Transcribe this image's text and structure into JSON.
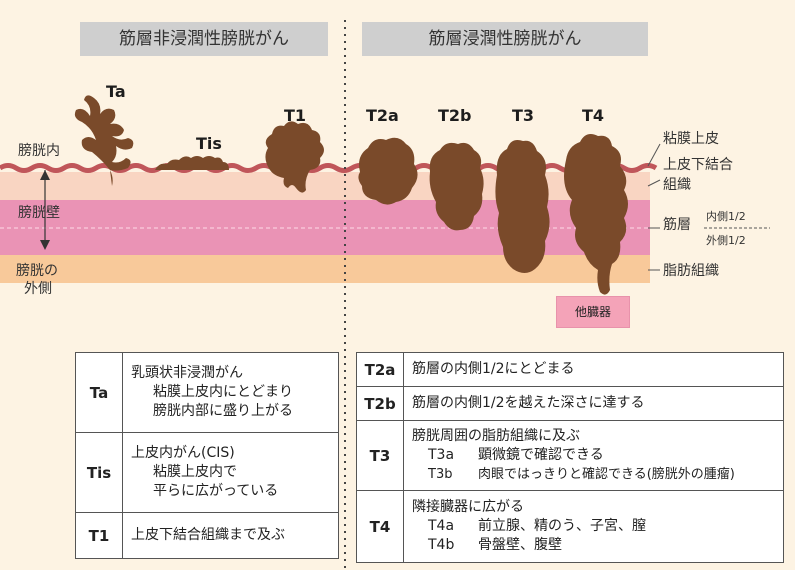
{
  "headers": {
    "left": "筋層非浸潤性膀胱がん",
    "right": "筋層浸潤性膀胱がん"
  },
  "stage_labels": [
    "Ta",
    "Tis",
    "T1",
    "T2a",
    "T2b",
    "T3",
    "T4"
  ],
  "left_labels": {
    "inside": "膀胱内",
    "wall": "膀胱壁",
    "outside_line1": "膀胱の",
    "outside_line2": "外側"
  },
  "right_labels": {
    "mucosa": "粘膜上皮",
    "subepithelial_line1": "上皮下結合",
    "subepithelial_line2": "組織",
    "muscle": "筋層",
    "inner_half": "内側1/2",
    "outer_half": "外側1/2",
    "fat": "脂肪組織"
  },
  "organ_box": "他臓器",
  "colors": {
    "background": "#fdf3e3",
    "tumor": "#7a4a2a",
    "epithelium": "#c0565a",
    "subepithelial": "#f9d5c2",
    "muscle": "#ea93b5",
    "fat": "#f8c99a",
    "header": "#cfcfcf"
  },
  "table_left": [
    {
      "code": "Ta",
      "lines": [
        "乳頭状非浸潤がん",
        "粘膜上皮内にとどまり",
        "膀胱内部に盛り上がる"
      ]
    },
    {
      "code": "Tis",
      "lines": [
        "上皮内がん(CIS)",
        "粘膜上皮内で",
        "平らに広がっている"
      ]
    },
    {
      "code": "T1",
      "lines": [
        "上皮下結合組織まで及ぶ"
      ]
    }
  ],
  "table_right": [
    {
      "code": "T2a",
      "text": "筋層の内側1/2にとどまる"
    },
    {
      "code": "T2b",
      "text": "筋層の内側1/2を越えた深さに達する"
    },
    {
      "code": "T3",
      "text": "膀胱周囲の脂肪組織に及ぶ",
      "subs": [
        {
          "code": "T3a",
          "text": "顕微鏡で確認できる"
        },
        {
          "code": "T3b",
          "text": "肉眼ではっきりと確認できる(膀胱外の腫瘤)"
        }
      ]
    },
    {
      "code": "T4",
      "text": "隣接臓器に広がる",
      "subs": [
        {
          "code": "T4a",
          "text": "前立腺、精のう、子宮、膣"
        },
        {
          "code": "T4b",
          "text": "骨盤壁、腹壁"
        }
      ]
    }
  ]
}
